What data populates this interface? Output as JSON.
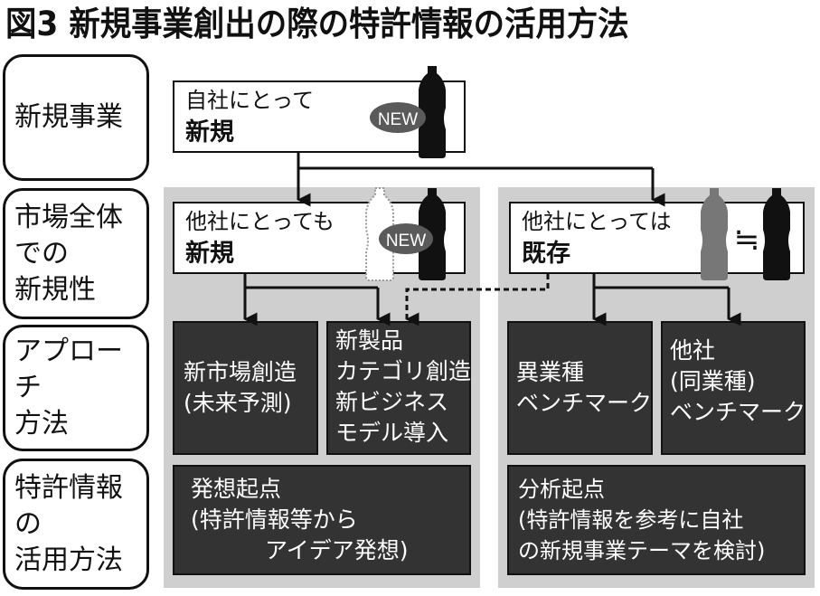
{
  "title": "図3 新規事業創出の際の特許情報の活用方法",
  "row_labels": [
    {
      "lines": [
        "新規事業"
      ]
    },
    {
      "lines": [
        "市場全体",
        "での",
        "新規性"
      ]
    },
    {
      "lines": [
        "アプローチ",
        "方法"
      ]
    },
    {
      "lines": [
        "特許情報の",
        "活用方法"
      ]
    }
  ],
  "top_box": {
    "line1": "自社にとって",
    "line2": "新規",
    "badge": "NEW"
  },
  "left_branch": {
    "novelty_box": {
      "line1": "他社にとっても",
      "line2": "新規",
      "badge": "NEW"
    },
    "approaches": [
      {
        "lines": [
          "新市場創造",
          "(未来予測)"
        ]
      },
      {
        "lines": [
          "新製品",
          "カテゴリ創造",
          "新ビジネス",
          "モデル導入"
        ]
      }
    ],
    "patent_use": {
      "lines": [
        "発想起点",
        "(特許情報等から",
        "アイデア発想)"
      ]
    }
  },
  "right_branch": {
    "novelty_box": {
      "line1": "他社にとっては",
      "line2": "既存",
      "symbol": "≒"
    },
    "approaches": [
      {
        "lines": [
          "異業種",
          "ベンチマーク"
        ]
      },
      {
        "lines": [
          "他社",
          "(同業種)",
          "ベンチマーク"
        ]
      }
    ],
    "patent_use": {
      "lines": [
        "分析起点",
        "(特許情報を参考に自社",
        "の新規事業テーマを検討)"
      ]
    }
  },
  "colors": {
    "panel": "#cfcfcf",
    "dark_box": "#333333",
    "badge": "#5a5a5a",
    "bottle_dark": "#111111",
    "bottle_gray": "#777777"
  }
}
